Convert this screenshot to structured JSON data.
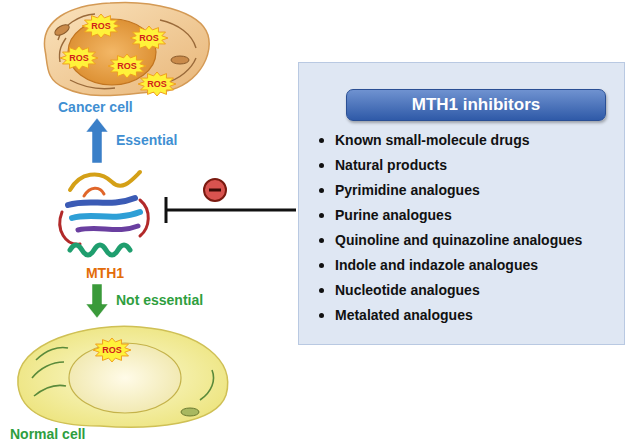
{
  "diagram": {
    "nodes": [
      {
        "text": [
          "Cancer cell"
        ]
      },
      {
        "text": [
          "ROS"
        ],
        "in": 0
      },
      {
        "text": [
          "ROS"
        ],
        "in": 0
      },
      {
        "text": [
          "ROS"
        ],
        "in": 0
      },
      {
        "text": [
          "ROS"
        ],
        "in": 0
      },
      {
        "text": [
          "ROS"
        ],
        "in": 0
      },
      {
        "text": [
          "MTH1"
        ]
      },
      {
        "text": [
          "Normal cell"
        ]
      },
      {
        "text": [
          "ROS"
        ],
        "in": 7
      },
      {
        "text": [
          "Known small-molecule drugs",
          "Natural products",
          "Pyrimidine analogues",
          "Purine analogues",
          "Quinoline and quinazoline analogues",
          "Indole and indazole analogues",
          "Nucleotide analogues",
          "Metalated analogues"
        ]
      },
      {
        "text": [
          "MTH1 inhibitors"
        ],
        "in": 9
      }
    ],
    "edges": [
      {
        "from": 6,
        "to": 0,
        "arrow": "to",
        "label": "Essential"
      },
      {
        "from": 6,
        "to": 7,
        "arrow": "to",
        "label": "Not essential"
      },
      {
        "from": 9,
        "to": 6,
        "arrow": "to"
      }
    ]
  }
}
